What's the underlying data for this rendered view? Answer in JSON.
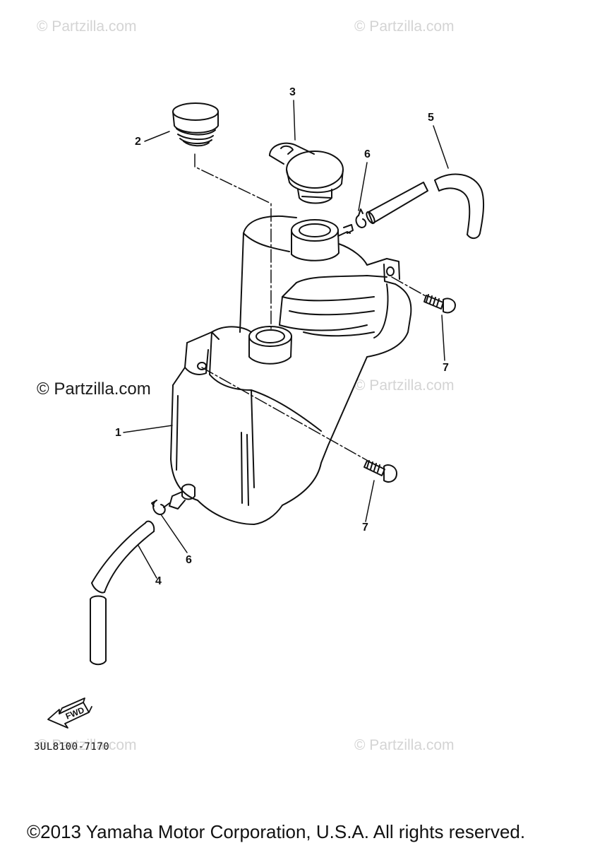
{
  "watermarks": {
    "top_left": "© Partzilla.com",
    "top_right": "© Partzilla.com",
    "mid_left": "© Partzilla.com",
    "mid_right": "© Partzilla.com",
    "bottom_left": "© Partzilla.com",
    "bottom_right": "© Partzilla.com"
  },
  "callouts": {
    "c1": "1",
    "c2": "2",
    "c3": "3",
    "c4": "4",
    "c5": "5",
    "c6a": "6",
    "c6b": "6",
    "c7a": "7",
    "c7b": "7"
  },
  "fwd_label": "FWD",
  "diagram_code": "3UL8100-7170",
  "footer": "©2013 Yamaha Motor Corporation, U.S.A. All rights reserved.",
  "colors": {
    "line": "#111111",
    "watermark": "#d4d4d4"
  }
}
